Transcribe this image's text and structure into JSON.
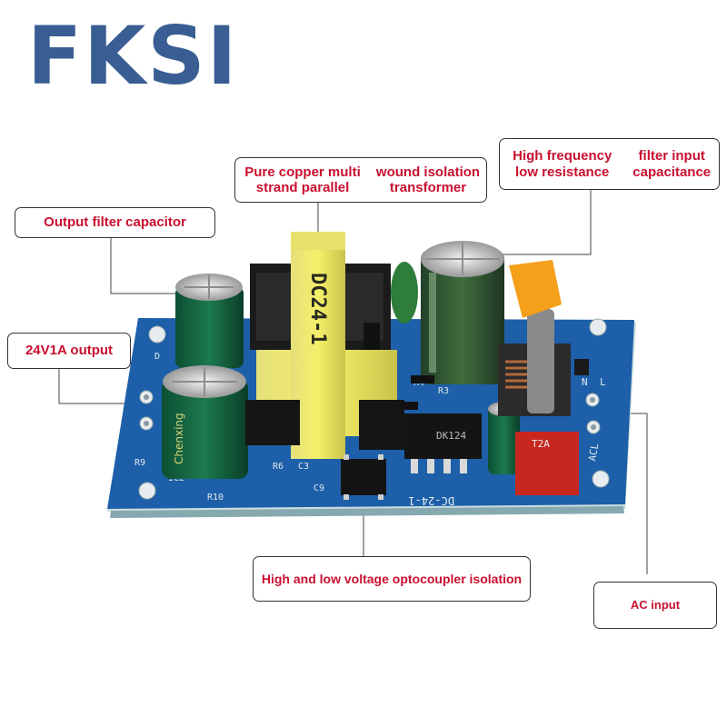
{
  "brand": {
    "text": "FKSI",
    "color": "#3a5e93"
  },
  "label_color": "#c8102e",
  "callouts": {
    "transformer": {
      "line1": "Pure copper multi strand parallel",
      "line2": "wound isolation transformer"
    },
    "capacitance": {
      "line1": "High frequency low resistance",
      "line2": "filter input capacitance"
    },
    "output_capacitor": {
      "text": "Output filter capacitor"
    },
    "output": {
      "text": "24V1A output"
    },
    "optocoupler": {
      "text": "High and low voltage optocoupler isolation"
    },
    "ac_input": {
      "text": "AC input"
    }
  },
  "board": {
    "transformer_label": "DC24-1",
    "board_label": "DC-24-1",
    "chip_label": "DK124",
    "capacitor_brand": "Chenxing",
    "fuse_label": "T2A",
    "silkscreen": [
      "R4",
      "R3",
      "R6",
      "C3",
      "C9",
      "R10",
      "IC2",
      "R9",
      "ACL",
      "N",
      "L",
      "D"
    ]
  }
}
